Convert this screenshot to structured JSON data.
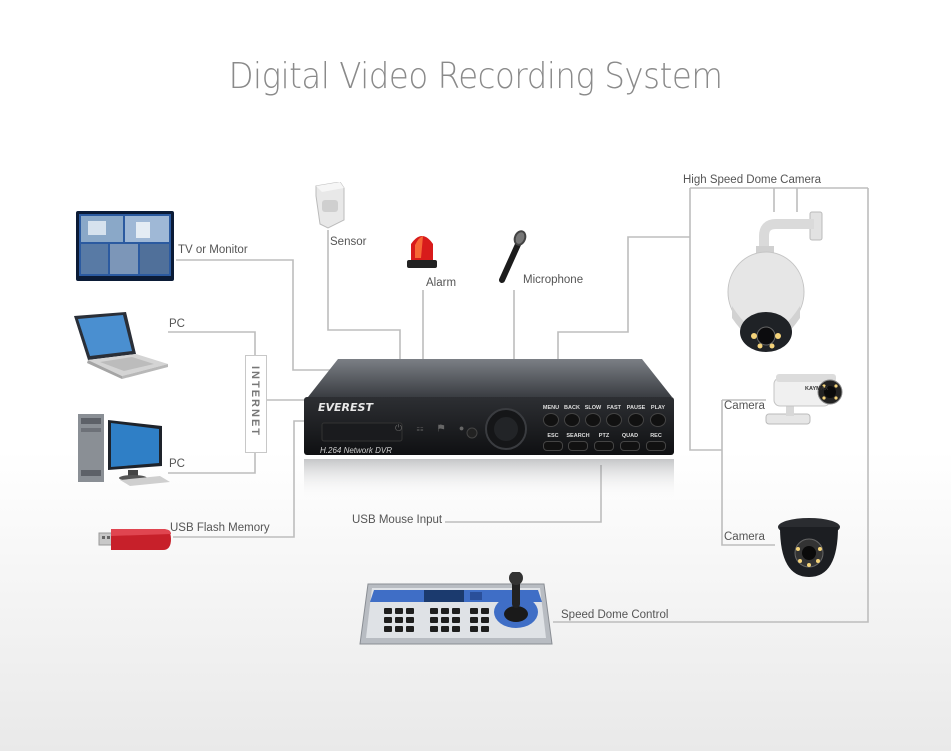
{
  "title": "Digital Video Recording System",
  "labels": {
    "tv": "TV or Monitor",
    "pc1": "PC",
    "pc2": "PC",
    "internet": "INTERNET",
    "usb_flash": "USB Flash Memory",
    "sensor": "Sensor",
    "alarm": "Alarm",
    "microphone": "Microphone",
    "dome_camera": "High Speed Dome Camera",
    "camera1": "Camera",
    "camera2": "Camera",
    "usb_mouse": "USB Mouse Input",
    "speed_dome": "Speed Dome Control"
  },
  "dvr": {
    "brand": "EVEREST",
    "model": "H.264 Network DVR",
    "top_buttons": [
      "MENU",
      "BACK",
      "SLOW",
      "FAST",
      "PAUSE",
      "PLAY"
    ],
    "bottom_buttons": [
      "ESC",
      "SEARCH",
      "PTZ",
      "QUAD",
      "REC"
    ]
  },
  "camera_brand": "KAYMAX"
}
